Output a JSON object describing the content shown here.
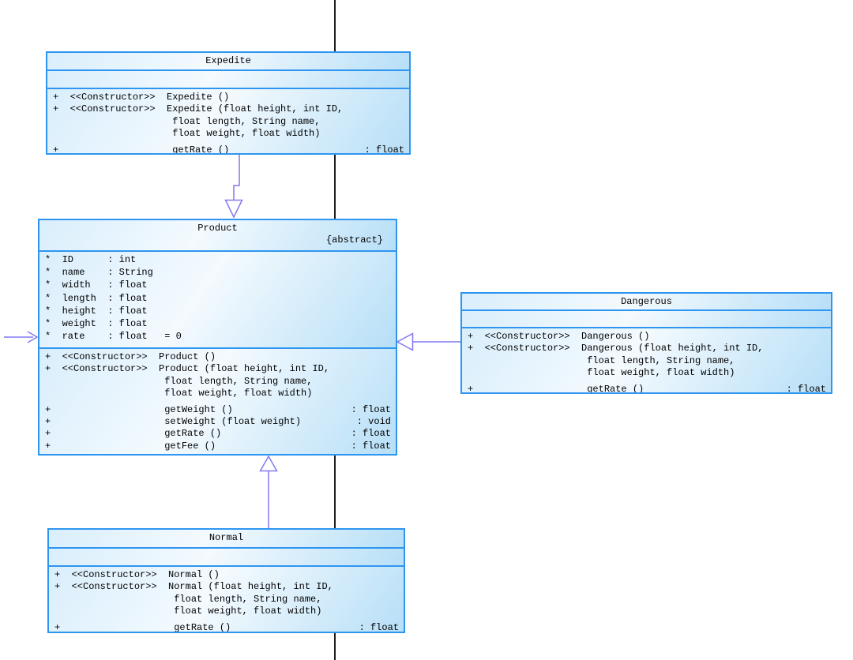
{
  "diagram": {
    "type": "uml-class-diagram",
    "colors": {
      "box_border": "#2e96f0",
      "box_fill_light": "#f4fafe",
      "box_fill_dark": "#b7dff7",
      "arrow": "#8279ef",
      "lifeline": "#1c1c1c",
      "text": "#000000",
      "background": "#ffffff"
    }
  },
  "classes": [
    {
      "name": "Expedite",
      "abstract_label": "",
      "attributes": [],
      "methods": [
        {
          "left": "+  <<Constructor>>  Expedite ()",
          "right": ""
        },
        {
          "left": "+  <<Constructor>>  Expedite (float height, int ID,",
          "right": ""
        },
        {
          "left": "                     float length, String name,",
          "right": ""
        },
        {
          "left": "                     float weight, float width)",
          "right": ""
        },
        {
          "left": "+                    getRate ()",
          "right": ": float"
        }
      ]
    },
    {
      "name": "Product",
      "abstract_label": "{abstract}",
      "attributes": [
        {
          "left": "*  ID      : int",
          "right": ""
        },
        {
          "left": "*  name    : String",
          "right": ""
        },
        {
          "left": "*  width   : float",
          "right": ""
        },
        {
          "left": "*  length  : float",
          "right": ""
        },
        {
          "left": "*  height  : float",
          "right": ""
        },
        {
          "left": "*  weight  : float",
          "right": ""
        },
        {
          "left": "*  rate    : float   = 0",
          "right": ""
        }
      ],
      "methods": [
        {
          "left": "+  <<Constructor>>  Product ()",
          "right": ""
        },
        {
          "left": "+  <<Constructor>>  Product (float height, int ID,",
          "right": ""
        },
        {
          "left": "                     float length, String name,",
          "right": ""
        },
        {
          "left": "                     float weight, float width)",
          "right": ""
        },
        {
          "left": "+                    getWeight ()",
          "right": ": float"
        },
        {
          "left": "+                    setWeight (float weight)",
          "right": ": void"
        },
        {
          "left": "+                    getRate ()",
          "right": ": float"
        },
        {
          "left": "+                    getFee ()",
          "right": ": float"
        }
      ]
    },
    {
      "name": "Dangerous",
      "abstract_label": "",
      "attributes": [],
      "methods": [
        {
          "left": "+  <<Constructor>>  Dangerous ()",
          "right": ""
        },
        {
          "left": "+  <<Constructor>>  Dangerous (float height, int ID,",
          "right": ""
        },
        {
          "left": "                     float length, String name,",
          "right": ""
        },
        {
          "left": "                     float weight, float width)",
          "right": ""
        },
        {
          "left": "+                    getRate ()",
          "right": ": float"
        }
      ]
    },
    {
      "name": "Normal",
      "abstract_label": "",
      "attributes": [],
      "methods": [
        {
          "left": "+  <<Constructor>>  Normal ()",
          "right": ""
        },
        {
          "left": "+  <<Constructor>>  Normal (float height, int ID,",
          "right": ""
        },
        {
          "left": "                     float length, String name,",
          "right": ""
        },
        {
          "left": "                     float weight, float width)",
          "right": ""
        },
        {
          "left": "+                    getRate ()",
          "right": ": float"
        }
      ]
    }
  ],
  "connectors": [
    {
      "name": "expedite-extends-product",
      "type": "generalization",
      "from": "Expedite",
      "to": "Product"
    },
    {
      "name": "dangerous-extends-product",
      "type": "generalization",
      "from": "Dangerous",
      "to": "Product"
    },
    {
      "name": "normal-extends-product",
      "type": "generalization",
      "from": "Normal",
      "to": "Product"
    },
    {
      "name": "offscreen-arrow-into-product",
      "type": "open-arrow",
      "from": "",
      "to": "Product"
    }
  ]
}
